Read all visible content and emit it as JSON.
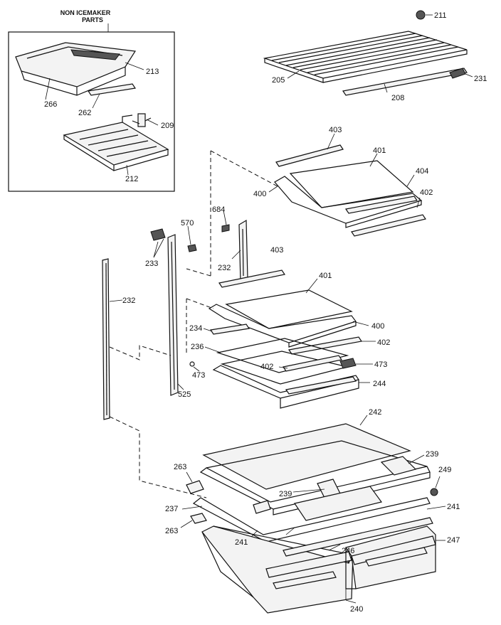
{
  "inset": {
    "title_line1": "NON ICEMAKER",
    "title_line2": "PARTS"
  },
  "callouts": [
    {
      "id": "c211",
      "text": "211"
    },
    {
      "id": "c205",
      "text": "205"
    },
    {
      "id": "c208",
      "text": "208"
    },
    {
      "id": "c231",
      "text": "231"
    },
    {
      "id": "c213",
      "text": "213"
    },
    {
      "id": "c266",
      "text": "266"
    },
    {
      "id": "c262",
      "text": "262"
    },
    {
      "id": "c209",
      "text": "209"
    },
    {
      "id": "c212",
      "text": "212"
    },
    {
      "id": "c403a",
      "text": "403"
    },
    {
      "id": "c401a",
      "text": "401"
    },
    {
      "id": "c404",
      "text": "404"
    },
    {
      "id": "c400a",
      "text": "400"
    },
    {
      "id": "c402a",
      "text": "402"
    },
    {
      "id": "c684",
      "text": "684"
    },
    {
      "id": "c570",
      "text": "570"
    },
    {
      "id": "c233",
      "text": "233"
    },
    {
      "id": "c232a",
      "text": "232"
    },
    {
      "id": "c403b",
      "text": "403"
    },
    {
      "id": "c401b",
      "text": "401"
    },
    {
      "id": "c232b",
      "text": "232"
    },
    {
      "id": "c234",
      "text": "234"
    },
    {
      "id": "c400b",
      "text": "400"
    },
    {
      "id": "c236",
      "text": "236"
    },
    {
      "id": "c402b",
      "text": "402"
    },
    {
      "id": "c473a",
      "text": "473"
    },
    {
      "id": "c402c",
      "text": "402"
    },
    {
      "id": "c473b",
      "text": "473"
    },
    {
      "id": "c525",
      "text": "525"
    },
    {
      "id": "c244",
      "text": "244"
    },
    {
      "id": "c242",
      "text": "242"
    },
    {
      "id": "c239a",
      "text": "239"
    },
    {
      "id": "c263a",
      "text": "263"
    },
    {
      "id": "c249",
      "text": "249"
    },
    {
      "id": "c239b",
      "text": "239"
    },
    {
      "id": "c237",
      "text": "237"
    },
    {
      "id": "c241a",
      "text": "241"
    },
    {
      "id": "c263b",
      "text": "263"
    },
    {
      "id": "c241b",
      "text": "241"
    },
    {
      "id": "c246",
      "text": "246"
    },
    {
      "id": "c247",
      "text": "247"
    },
    {
      "id": "c240",
      "text": "240"
    }
  ]
}
